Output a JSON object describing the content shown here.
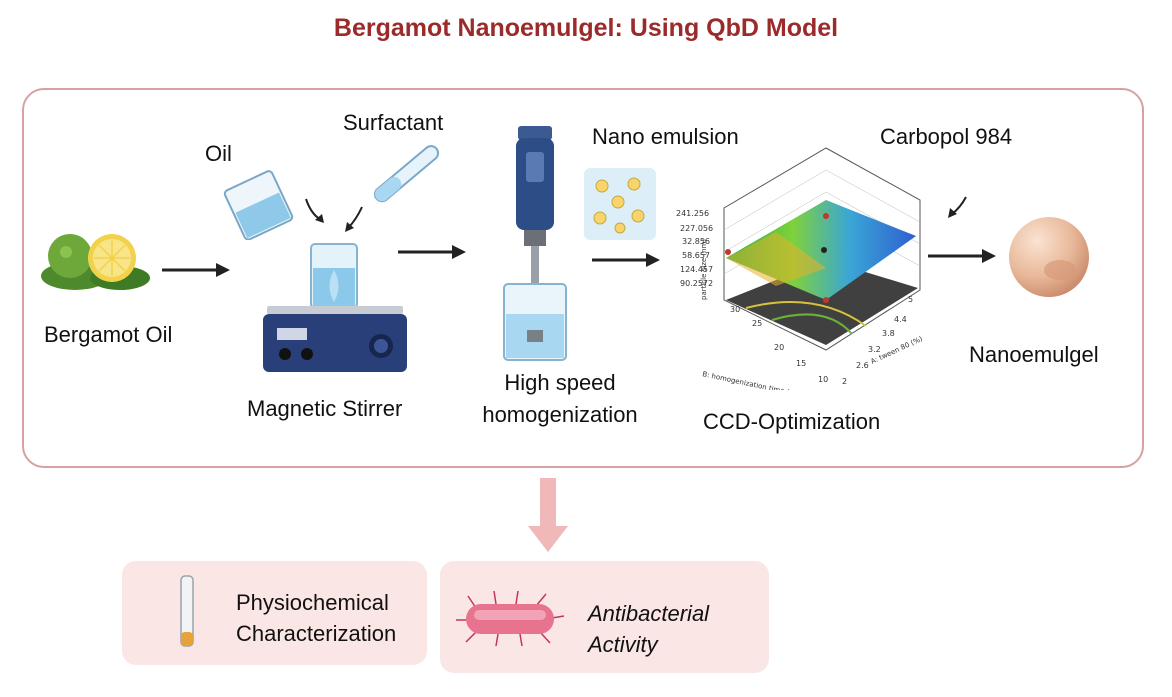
{
  "title": "Bergamot Nanoemulgel: Using QbD Model",
  "steps": {
    "bergamot_oil": "Bergamot Oil",
    "oil": "Oil",
    "surfactant": "Surfactant",
    "magnetic_stirrer": "Magnetic Stirrer",
    "high_speed": "High speed",
    "homogenization": "homogenization",
    "nano_emulsion": "Nano emulsion",
    "ccd_optimization": "CCD-Optimization",
    "carbopol": "Carbopol 984",
    "nanoemulgel": "Nanoemulgel"
  },
  "plot": {
    "z_ticks": [
      "241.256",
      "227.056",
      "32.856",
      "58.657",
      "124.457",
      "90.2572"
    ],
    "z_label": "particle size (nm)",
    "x_ticks": [
      "30",
      "25",
      "20",
      "15",
      "10"
    ],
    "x_label": "B: homogenization time (mins)",
    "y_ticks": [
      "5",
      "4.4",
      "3.8",
      "3.2",
      "2.6",
      "2"
    ],
    "y_label": "A: tween 80 (%)"
  },
  "outputs": {
    "physio_line1": "Physiochemical",
    "physio_line2": "Characterization",
    "antibac_line1": "Antibacterial",
    "antibac_line2": "Activity"
  },
  "colors": {
    "title": "#9b2a2a",
    "panel_border": "#d8a1a1",
    "output_box": "#fbe6e6",
    "down_arrow": "#f0b8b8"
  }
}
